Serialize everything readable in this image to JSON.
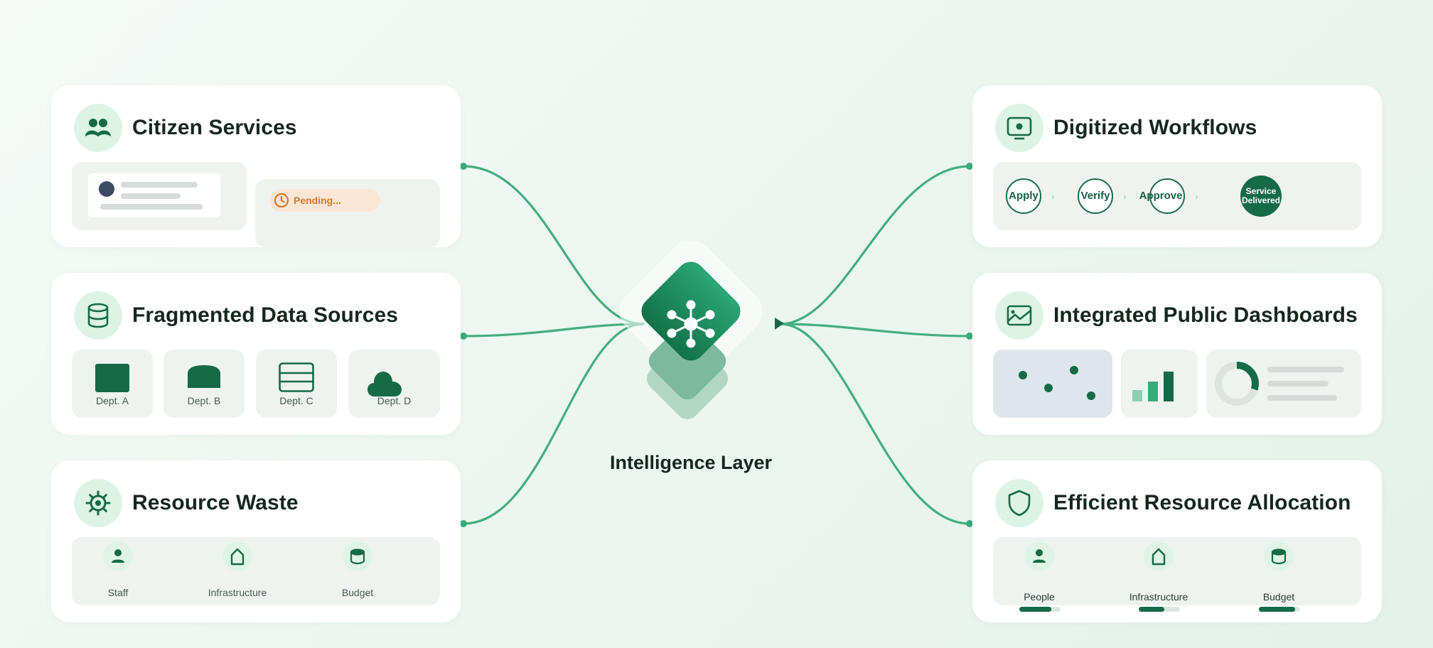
{
  "center": {
    "title": "Intelligence Layer"
  },
  "left_cards": {
    "citizen": {
      "title": "Citizen Services",
      "status": "Pending..."
    },
    "fragmented": {
      "title": "Fragmented Data Sources",
      "sources": [
        "Dept. A",
        "Dept. B",
        "Dept. C",
        "Dept. D"
      ]
    },
    "waste": {
      "title": "Resource Waste",
      "items": [
        "Staff",
        "Infrastructure",
        "Budget"
      ]
    }
  },
  "right_cards": {
    "workflows": {
      "title": "Digitized Workflows",
      "steps": [
        "Apply",
        "Verify",
        "Approve"
      ],
      "final_line1": "Service",
      "final_line2": "Delivered"
    },
    "dashboards": {
      "title": "Integrated Public Dashboards",
      "donut_fraction": 0.3
    },
    "allocation": {
      "title": "Efficient Resource Allocation",
      "items": [
        "People",
        "Infrastructure",
        "Budget"
      ],
      "levels": [
        0.78,
        0.62,
        0.88
      ]
    }
  },
  "colors": {
    "primary": "#166a48",
    "accent": "#3aab7b",
    "icon_bg": "#ddf3e6",
    "panel": "#eef3f0",
    "pending_bg": "#fbe6d5",
    "pending_text": "#d07a27"
  }
}
